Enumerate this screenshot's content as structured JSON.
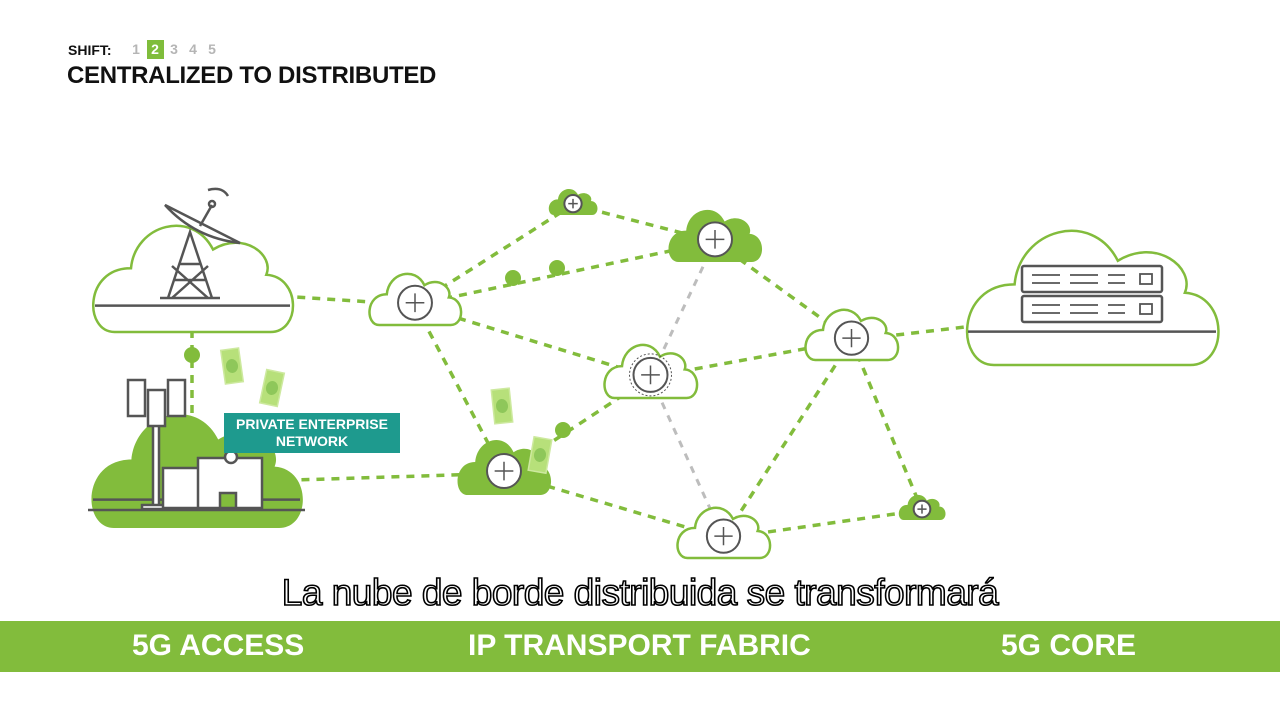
{
  "header": {
    "shift_label": "SHIFT:",
    "steps": [
      "1",
      "2",
      "3",
      "4",
      "5"
    ],
    "active_step": "2",
    "title": "CENTRALIZED TO DISTRIBUTED"
  },
  "diagram": {
    "badge_line1": "PRIVATE ENTERPRISE",
    "badge_line2": "NETWORK",
    "colors": {
      "green": "#82bc3c",
      "teal": "#1e9a8e",
      "gray": "#bdbdbd",
      "icon": "#555555"
    }
  },
  "subtitle": "La nube de borde distribuida se transformará",
  "footer": {
    "access": "5G ACCESS",
    "transport": "IP TRANSPORT FABRIC",
    "core": "5G CORE"
  }
}
